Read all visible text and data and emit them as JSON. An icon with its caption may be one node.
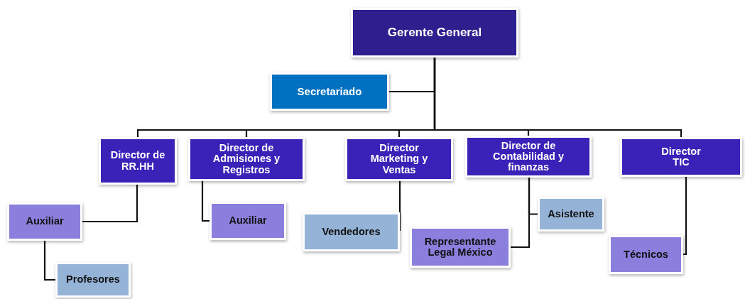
{
  "diagram": {
    "nodes": [
      {
        "text": [
          "Gerente General"
        ]
      },
      {
        "text": [
          "Secretariado"
        ]
      },
      {
        "text": [
          "Director de RR.HH"
        ]
      },
      {
        "text": [
          "Director de Admisiones y Registros"
        ]
      },
      {
        "text": [
          "Director Marketing y Ventas"
        ]
      },
      {
        "text": [
          "Director de Contabilidad y finanzas"
        ]
      },
      {
        "text": [
          "Director TIC"
        ]
      },
      {
        "text": [
          "Auxiliar"
        ]
      },
      {
        "text": [
          "Auxiliar"
        ]
      },
      {
        "text": [
          "Vendedores"
        ]
      },
      {
        "text": [
          "Asistente"
        ]
      },
      {
        "text": [
          "Representante Legal México"
        ]
      },
      {
        "text": [
          "Técnicos"
        ]
      },
      {
        "text": [
          "Profesores"
        ]
      }
    ],
    "edges": [
      {
        "from": 0,
        "to": 1,
        "arrow": "none"
      },
      {
        "from": 0,
        "to": 2,
        "arrow": "none"
      },
      {
        "from": 0,
        "to": 3,
        "arrow": "none"
      },
      {
        "from": 0,
        "to": 4,
        "arrow": "none"
      },
      {
        "from": 0,
        "to": 5,
        "arrow": "none"
      },
      {
        "from": 0,
        "to": 6,
        "arrow": "none"
      },
      {
        "from": 2,
        "to": 7,
        "arrow": "none"
      },
      {
        "from": 3,
        "to": 8,
        "arrow": "none"
      },
      {
        "from": 4,
        "to": 9,
        "arrow": "none"
      },
      {
        "from": 5,
        "to": 10,
        "arrow": "none"
      },
      {
        "from": 5,
        "to": 11,
        "arrow": "none"
      },
      {
        "from": 6,
        "to": 12,
        "arrow": "none"
      },
      {
        "from": 7,
        "to": 13,
        "arrow": "none"
      }
    ]
  }
}
